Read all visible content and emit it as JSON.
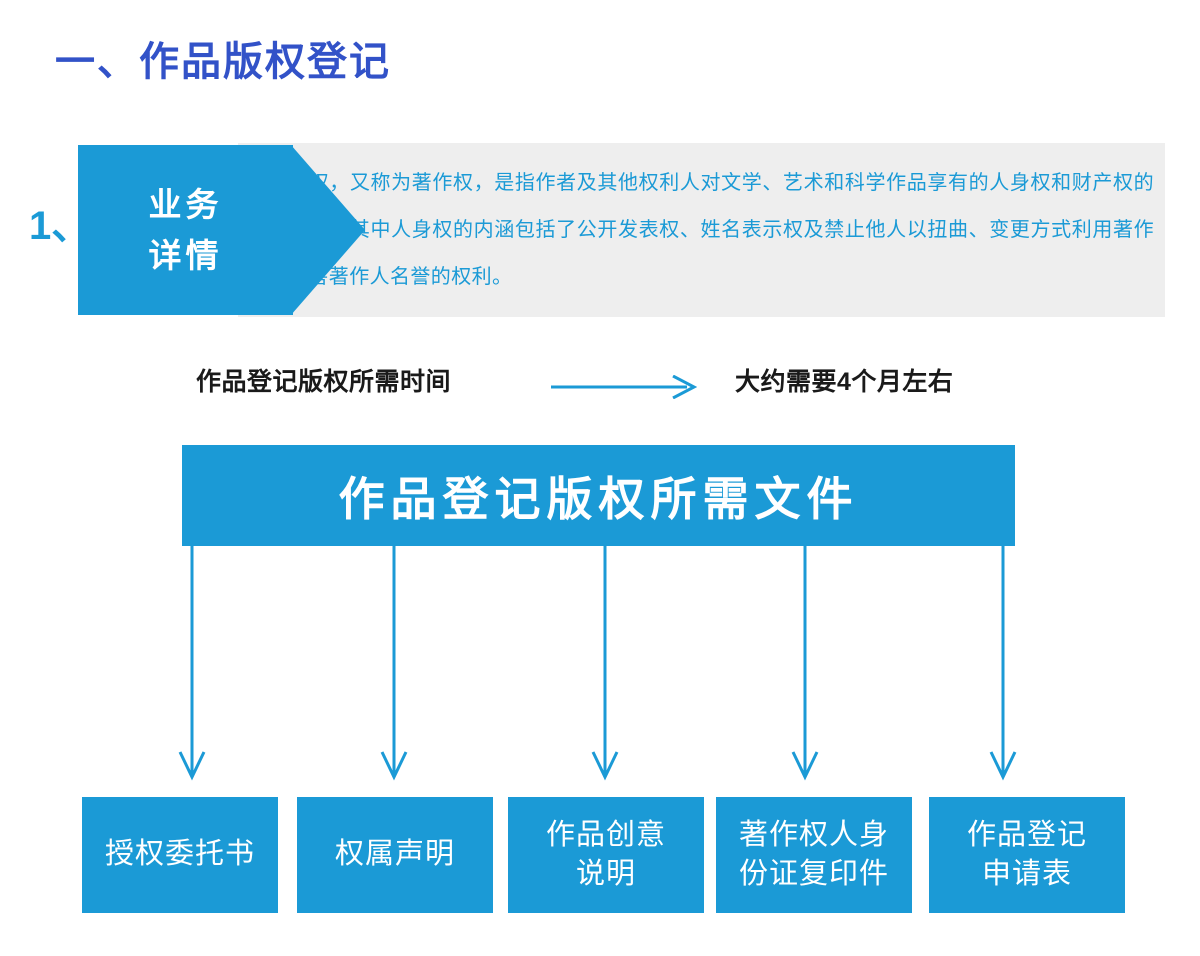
{
  "page": {
    "title": "一、作品版权登记",
    "accent_blue": "#1b9ad6",
    "title_blue": "#3252c8",
    "panel_grey": "#eeeeee"
  },
  "banner": {
    "index": "1、",
    "tag_line1": "业务",
    "tag_line2": "详情",
    "body": "版权，又称为著作权，是指作者及其他权利人对文学、艺术和科学作品享有的人身权和财产权的总称。其中人身权的内涵包括了公开发表权、姓名表示权及禁止他人以扭曲、变更方式利用著作损害著作人名誉的权利。"
  },
  "duration": {
    "label": "作品登记版权所需时间",
    "value": "大约需要4个月左右",
    "arrow_icon": "right-arrow-icon"
  },
  "documents": {
    "header": "作品登记版权所需文件",
    "items": [
      {
        "label": "授权委托书"
      },
      {
        "label": "权属声明"
      },
      {
        "label": "作品创意\n说明"
      },
      {
        "label": "著作权人身\n份证复印件"
      },
      {
        "label": "作品登记\n申请表"
      }
    ]
  }
}
